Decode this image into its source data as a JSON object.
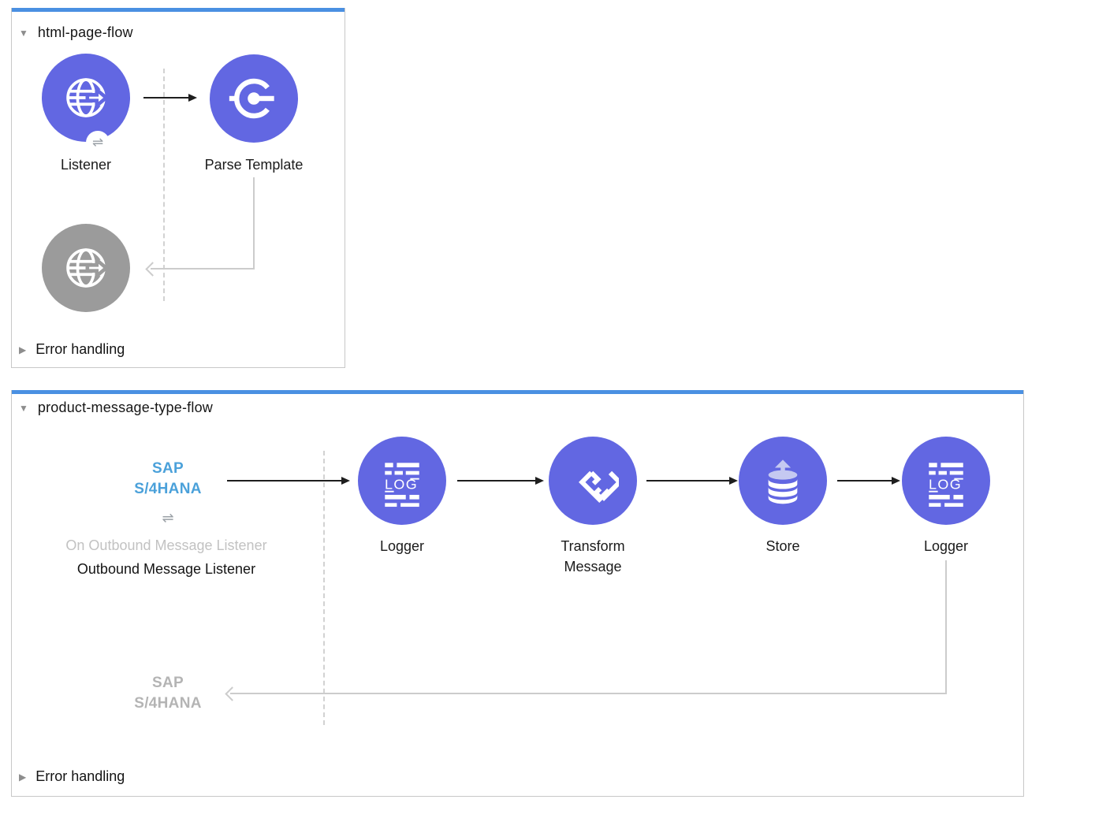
{
  "flow1": {
    "title": "html-page-flow",
    "error_label": "Error handling",
    "nodes": {
      "listener": {
        "label": "Listener"
      },
      "parse_template": {
        "label": "Parse Template"
      }
    }
  },
  "flow2": {
    "title": "product-message-type-flow",
    "error_label": "Error handling",
    "source": {
      "name_line1": "SAP",
      "name_line2": "S/4HANA",
      "operation": "On Outbound Message Listener",
      "doc_name": "Outbound Message Listener"
    },
    "nodes": {
      "logger1": {
        "label": "Logger"
      },
      "transform": {
        "label": "Transform Message"
      },
      "store": {
        "label": "Store"
      },
      "logger2": {
        "label": "Logger"
      }
    },
    "response": {
      "name_line1": "SAP",
      "name_line2": "S/4HANA"
    }
  },
  "glyphs": {
    "expanded_triangle": "▼",
    "collapsed_triangle": "▶",
    "bidirectional": "⇌",
    "logger_text": "LOG"
  },
  "icons": {
    "listener": "globe-arrow-icon",
    "parse_template": "core-ring-icon",
    "logger": "log-lines-icon",
    "transform": "dataweave-icon",
    "store": "database-upload-icon"
  },
  "colors": {
    "flow_header_bar": "#4a90e2",
    "node_purple": "#6267e2",
    "node_gray": "#9b9b9b",
    "sap_brand_blue": "#4ba1da",
    "muted_text": "#c2c2c2",
    "connector_gray": "#cccccc"
  }
}
